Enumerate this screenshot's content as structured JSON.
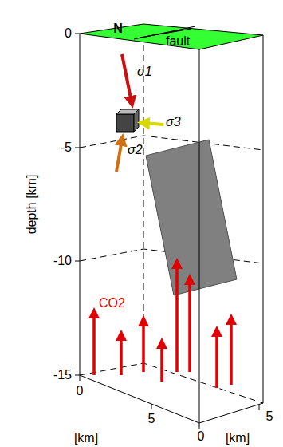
{
  "diagram": {
    "labels": [
      "N",
      "fault",
      "σ1",
      "σ3",
      "σ2",
      "0",
      "-5",
      "-10",
      "-15",
      "depth [km]",
      "CO2",
      "0",
      "5",
      "[km]",
      "0",
      "5",
      "[km]"
    ]
  }
}
